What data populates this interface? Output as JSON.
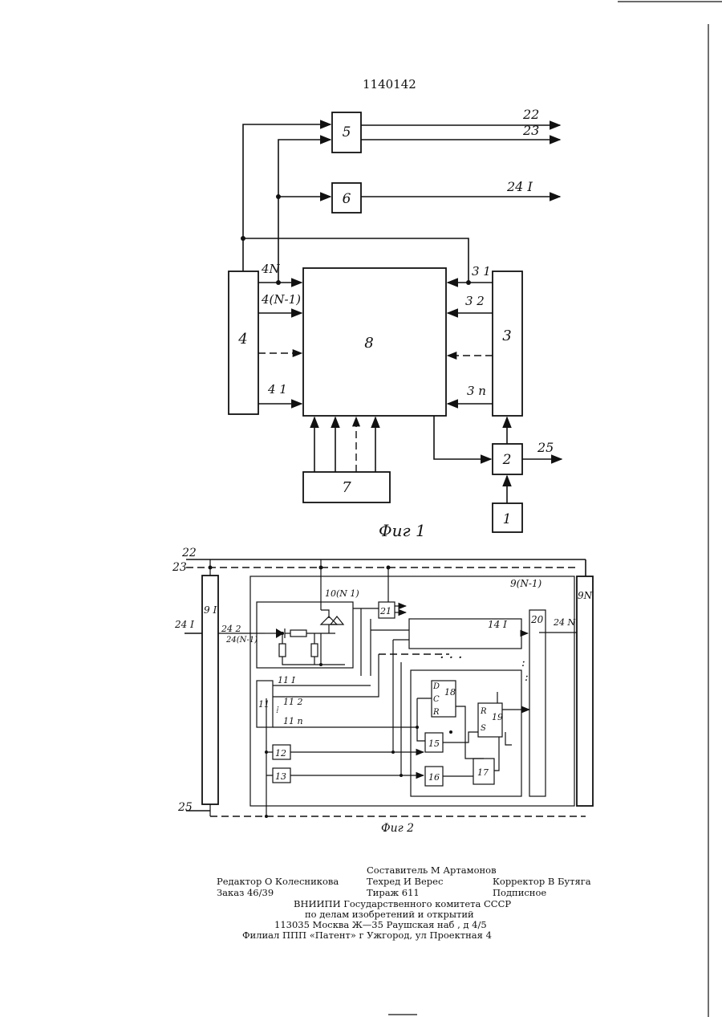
{
  "patent_number": "1140142",
  "fig1": {
    "caption": "Фиг 1",
    "blocks": {
      "b1": "1",
      "b2": "2",
      "b3": "3",
      "b4": "4",
      "b5": "5",
      "b6": "6",
      "b7": "7",
      "b8": "8"
    },
    "signals": {
      "s22": "22",
      "s23": "23",
      "s241": "24 I",
      "s25": "25",
      "s4N": "4N",
      "s4N1": "4(N-1)",
      "s41": "4 1",
      "s31": "3 1",
      "s32": "3 2",
      "s3n": "3 n"
    }
  },
  "fig2": {
    "caption": "Фиг 2",
    "labels": {
      "l22": "22",
      "l23": "23",
      "l241": "24 I",
      "l25": "25",
      "l91": "9 I",
      "l9N": "9N",
      "l9N1": "9(N-1)",
      "l242": "24 2",
      "l24N1": "24(N-1)",
      "l24N": "24 N",
      "l10N1": "10(N 1)",
      "l141": "14 I",
      "l20": "20",
      "l21": "21",
      "l11": "11",
      "l111": "11 I",
      "l112": "11 2",
      "l11n": "11 n",
      "l12": "12",
      "l13": "13",
      "l15": "15",
      "l16": "16",
      "l17": "17",
      "l18": "18",
      "l19": "19",
      "lD": "D",
      "lC": "C",
      "lR": "R",
      "lR2": "R",
      "lS": "S"
    }
  },
  "footer": {
    "compiler": "Составитель М  Артамонов",
    "editor": "Редактор О  Колесникова",
    "techred": "Техред И  Верес",
    "corrector": "Корректор В  Бутяга",
    "order": "Заказ 46/39",
    "circulation": "Тираж 611",
    "subscription": "Подписное",
    "org1": "ВНИИПИ  Государственного  комитета  СССР",
    "org2": "по  делам  изобретений  и  открытий",
    "address": "113035   Москва   Ж—35   Раушская  наб ,  д  4/5",
    "branch": "Филиал  ППП  «Патент»  г  Ужгород,  ул  Проектная  4"
  }
}
